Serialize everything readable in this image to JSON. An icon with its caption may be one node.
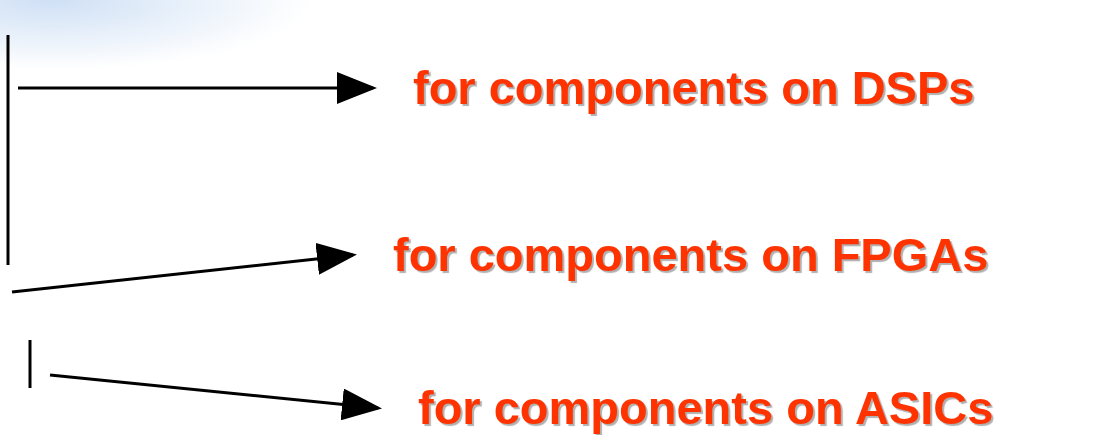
{
  "diagram": {
    "nodes": [
      {
        "text": [
          "for components on DSPs"
        ]
      },
      {
        "text": [
          "for components on FPGAs"
        ]
      },
      {
        "text": [
          "for components on ASICs"
        ]
      }
    ],
    "edges": [
      {
        "from": null,
        "to": 0,
        "arrow": "to"
      },
      {
        "from": null,
        "to": 1,
        "arrow": "to"
      },
      {
        "from": null,
        "to": 2,
        "arrow": "to"
      }
    ]
  }
}
